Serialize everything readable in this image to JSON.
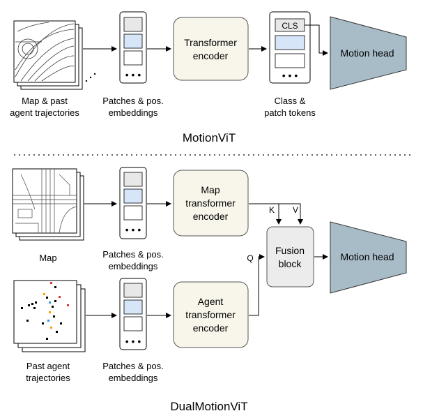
{
  "colors": {
    "encoder_fill": "#f8f5ea",
    "encoder_stroke": "#555555",
    "fusion_fill": "#ececec",
    "head_fill": "#a8bcc8",
    "token_blue": "#d6e6f8",
    "token_gray": "#e8e8e8"
  },
  "top": {
    "input_label_1": "Map & past",
    "input_label_2": "agent trajectories",
    "patches_label_1": "Patches & pos.",
    "patches_label_2": "embeddings",
    "encoder_label_1": "Transformer",
    "encoder_label_2": "encoder",
    "tokens_label_1": "Class &",
    "tokens_label_2": "patch tokens",
    "cls_label": "CLS",
    "head_label": "Motion head",
    "title": "MotionViT"
  },
  "bottom": {
    "map_label": "Map",
    "patches_label_1": "Patches & pos.",
    "patches_label_2": "embeddings",
    "map_encoder_label_1": "Map",
    "map_encoder_label_2": "transformer",
    "map_encoder_label_3": "encoder",
    "agent_label_1": "Past agent",
    "agent_label_2": "trajectories",
    "patches2_label_1": "Patches & pos.",
    "patches2_label_2": "embeddings",
    "agent_encoder_label_1": "Agent",
    "agent_encoder_label_2": "transformer",
    "agent_encoder_label_3": "encoder",
    "k_label": "K",
    "v_label": "V",
    "q_label": "Q",
    "fusion_label_1": "Fusion",
    "fusion_label_2": "block",
    "head_label": "Motion head",
    "title": "DualMotionViT"
  }
}
